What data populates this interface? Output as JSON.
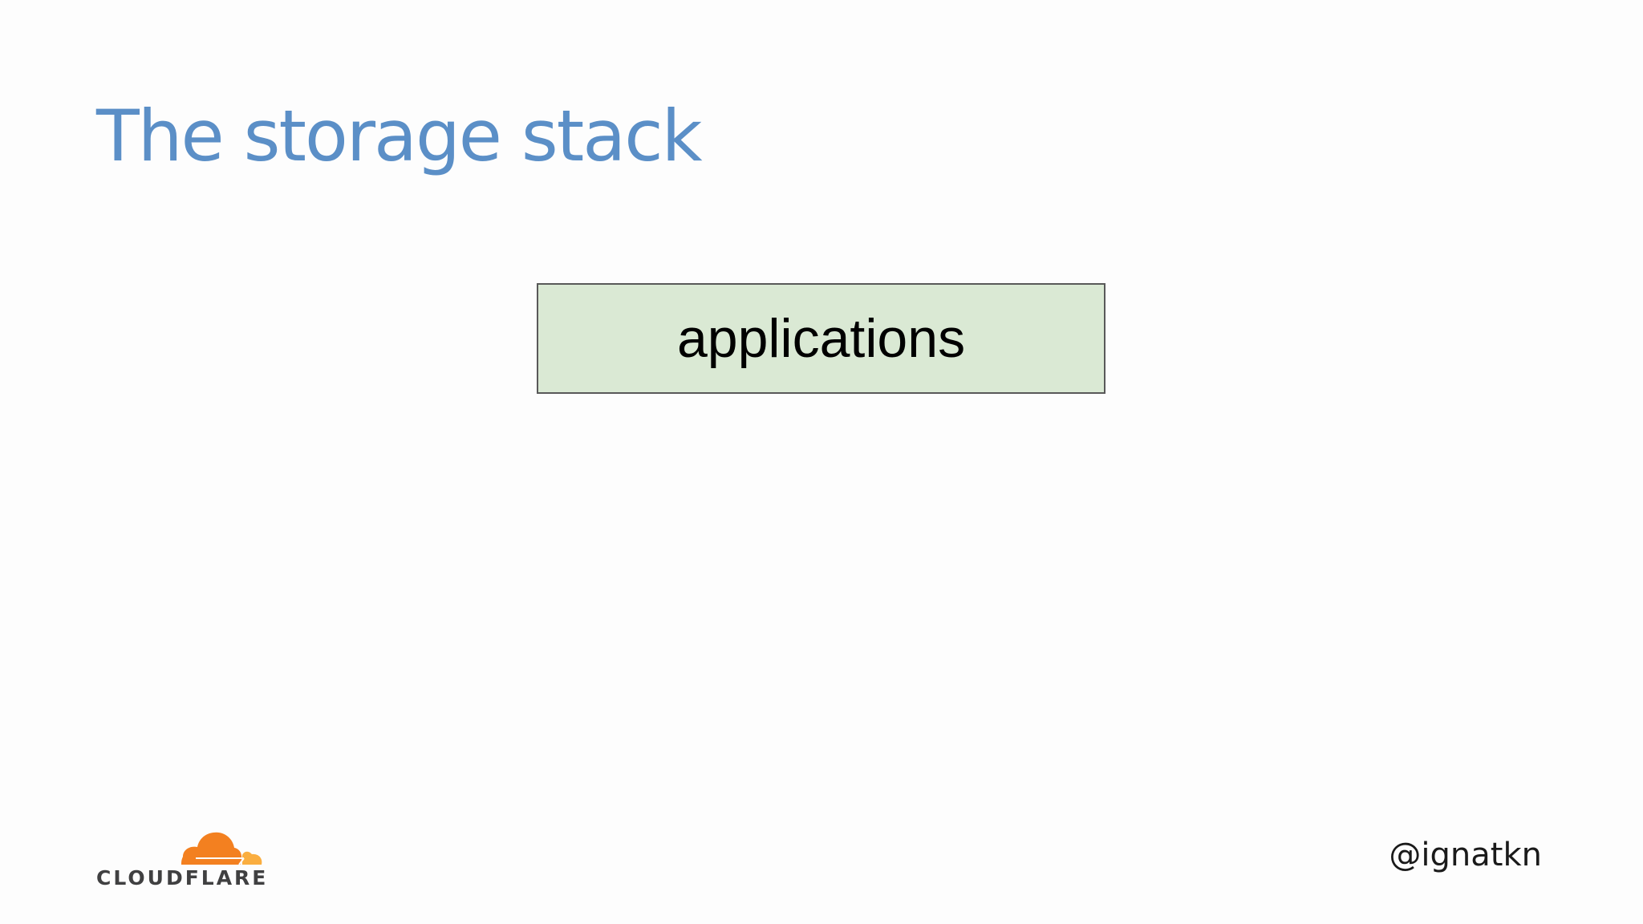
{
  "slide": {
    "title": "The storage stack",
    "handle": "@ignatkn"
  },
  "diagram": {
    "layers": [
      {
        "label": "applications",
        "fill": "#dae9d4",
        "border": "#595959"
      }
    ]
  },
  "logo": {
    "wordmark": "CLOUDFLARE",
    "icon": "cloudflare-cloud-icon",
    "colors": {
      "orange": "#f38020",
      "light_orange": "#faae40",
      "text": "#404041"
    }
  },
  "colors": {
    "title": "#5b8fc7",
    "background": "#fdfdfd"
  }
}
